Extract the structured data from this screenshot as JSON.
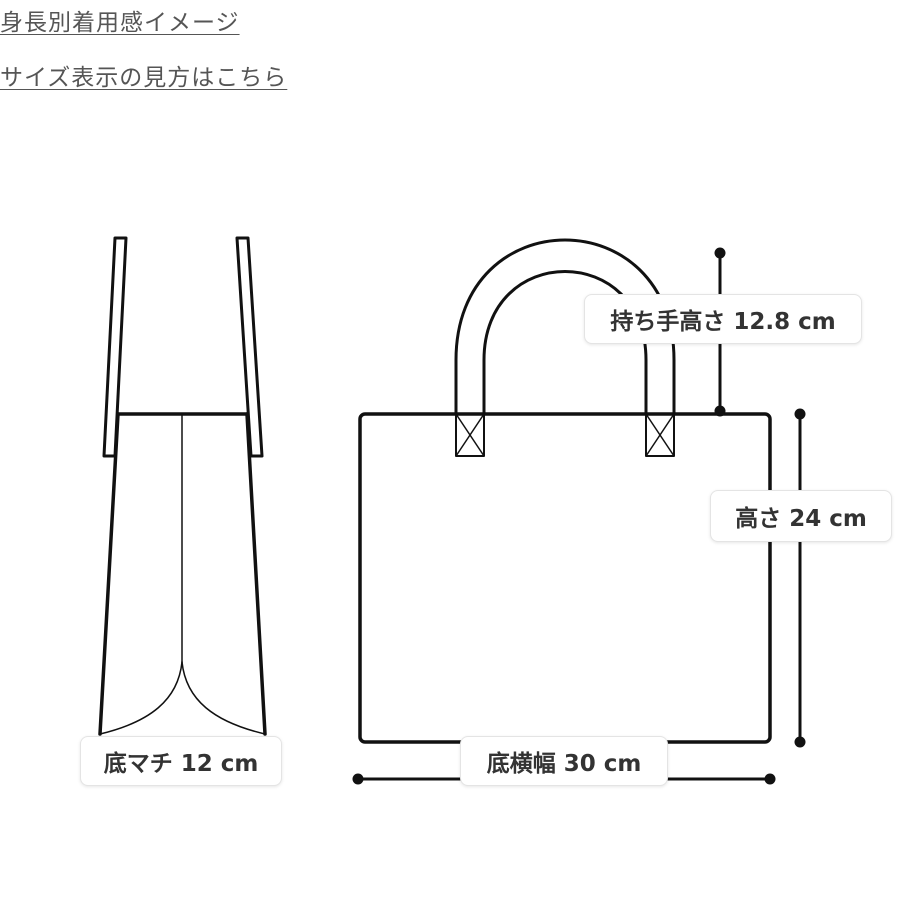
{
  "links": {
    "size_image": "身長別着用感イメージ",
    "size_guide": "サイズ表示の見方はこちら"
  },
  "dimensions": {
    "handle_height": "持ち手高さ 12.8 cm",
    "height": "高さ 24 cm",
    "bottom_gusset": "底マチ 12 cm",
    "bottom_width": "底横幅 30 cm"
  },
  "colors": {
    "line": "#111111",
    "link_text": "#555555",
    "label_text": "#333333"
  }
}
